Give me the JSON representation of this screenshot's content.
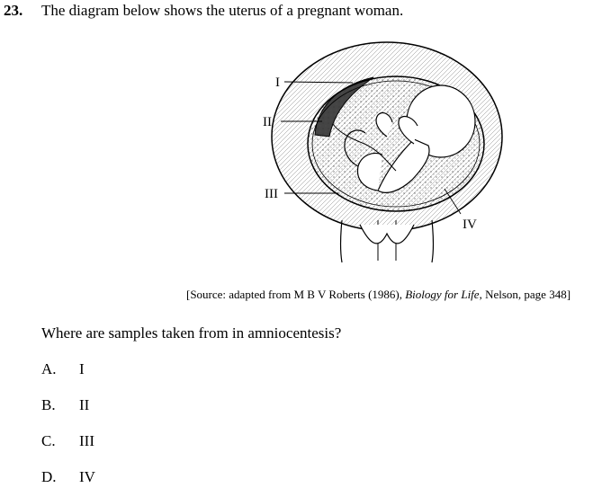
{
  "question": {
    "number": "23.",
    "stem": "The diagram below shows the uterus of a pregnant woman.",
    "prompt": "Where are samples taken from in amniocentesis?"
  },
  "diagram": {
    "labels": {
      "I": "I",
      "II": "II",
      "III": "III",
      "IV": "IV"
    }
  },
  "source": {
    "prefix": "[Source: adapted from M B V Roberts (1986), ",
    "title": "Biology for Life",
    "suffix": ", Nelson, page 348]"
  },
  "options": [
    {
      "letter": "A.",
      "value": "I"
    },
    {
      "letter": "B.",
      "value": "II"
    },
    {
      "letter": "C.",
      "value": "III"
    },
    {
      "letter": "D.",
      "value": "IV"
    }
  ]
}
